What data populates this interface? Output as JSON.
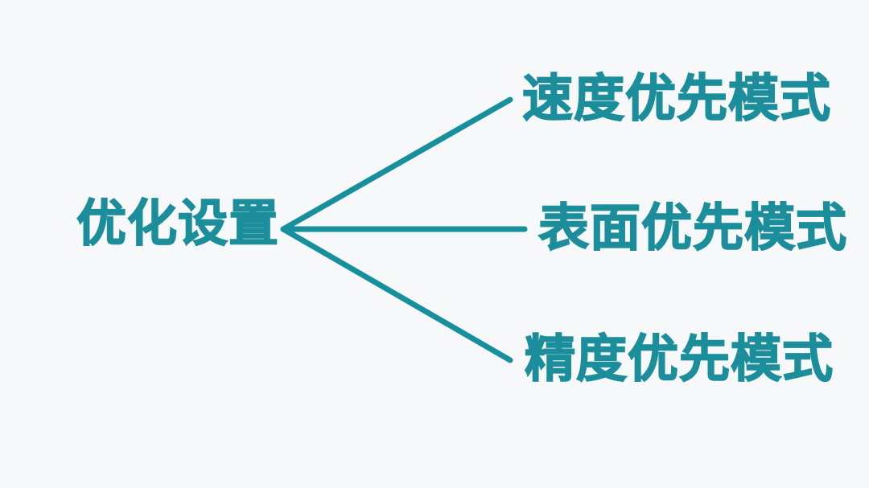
{
  "diagram": {
    "root": {
      "label": "优化设置"
    },
    "branches": [
      {
        "label": "速度优先模式"
      },
      {
        "label": "表面优先模式"
      },
      {
        "label": "精度优先模式"
      }
    ]
  },
  "colors": {
    "accent": "#1c8e9b",
    "line": "#17909d",
    "background": "#f6f8f9"
  }
}
